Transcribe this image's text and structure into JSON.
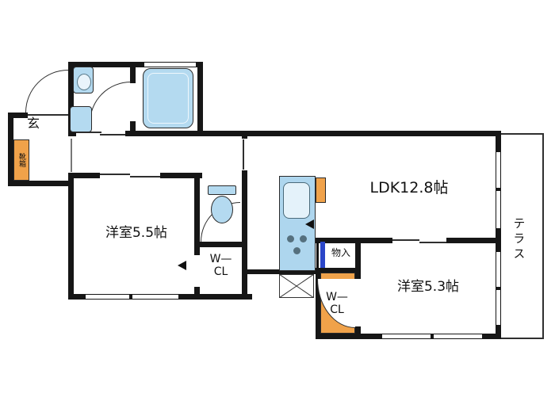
{
  "plan": {
    "entrance": {
      "label": "玄"
    },
    "shoe_box": {
      "label": "靴箱"
    },
    "bedroom1": {
      "label": "洋室5.5帖"
    },
    "closet1": {
      "line1": "W—",
      "line2": "CL"
    },
    "ldk": {
      "label": "LDK12.8帖"
    },
    "storage": {
      "label": "物入"
    },
    "closet2": {
      "line1": "W—",
      "line2": "CL"
    },
    "bedroom2": {
      "label": "洋室5.3帖"
    },
    "terrace": {
      "label": "テラス"
    }
  },
  "colors": {
    "wall": "#161616",
    "fixture": "#b4daf0",
    "fixture_light": "#e4f2fa",
    "orange": "#f0a24a",
    "door_blue": "#2b46c8"
  }
}
